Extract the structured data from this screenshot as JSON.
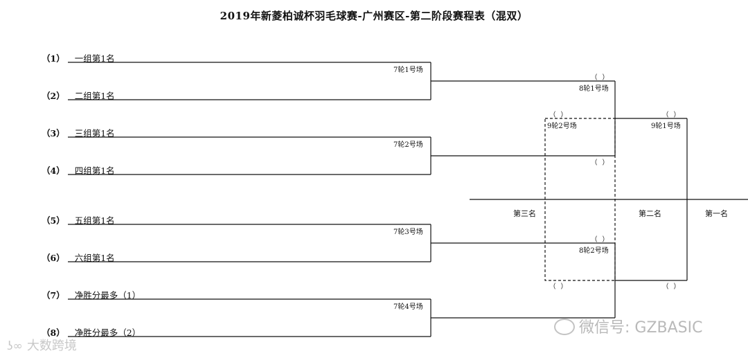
{
  "title": "2019年新菱柏诚杯羽毛球赛-广州赛区-第二阶段赛程表（混双）",
  "seeds": [
    {
      "num": "（1）",
      "name": "一组第1名"
    },
    {
      "num": "（2）",
      "name": "二组第1名"
    },
    {
      "num": "（3）",
      "name": "三组第1名"
    },
    {
      "num": "（4）",
      "name": "四组第1名"
    },
    {
      "num": "（5）",
      "name": "五组第1名"
    },
    {
      "num": "（6）",
      "name": "六组第1名"
    },
    {
      "num": "（7）",
      "name": "净胜分最多（1）"
    },
    {
      "num": "（8）",
      "name": "净胜分最多（2）"
    }
  ],
  "matches": {
    "r7_1": "7轮1号场",
    "r7_2": "7轮2号场",
    "r7_3": "7轮3号场",
    "r7_4": "7轮4号场",
    "r8_1": "8轮1号场",
    "r8_2": "8轮2号场",
    "r9_1": "9轮1号场",
    "r9_2": "9轮2号场"
  },
  "slot_text": "（  ）",
  "places": {
    "third": "第三名",
    "second": "第二名",
    "first": "第一名"
  },
  "watermarks": {
    "wechat": "微信号: GZBASIC",
    "brand": "大数跨境"
  }
}
